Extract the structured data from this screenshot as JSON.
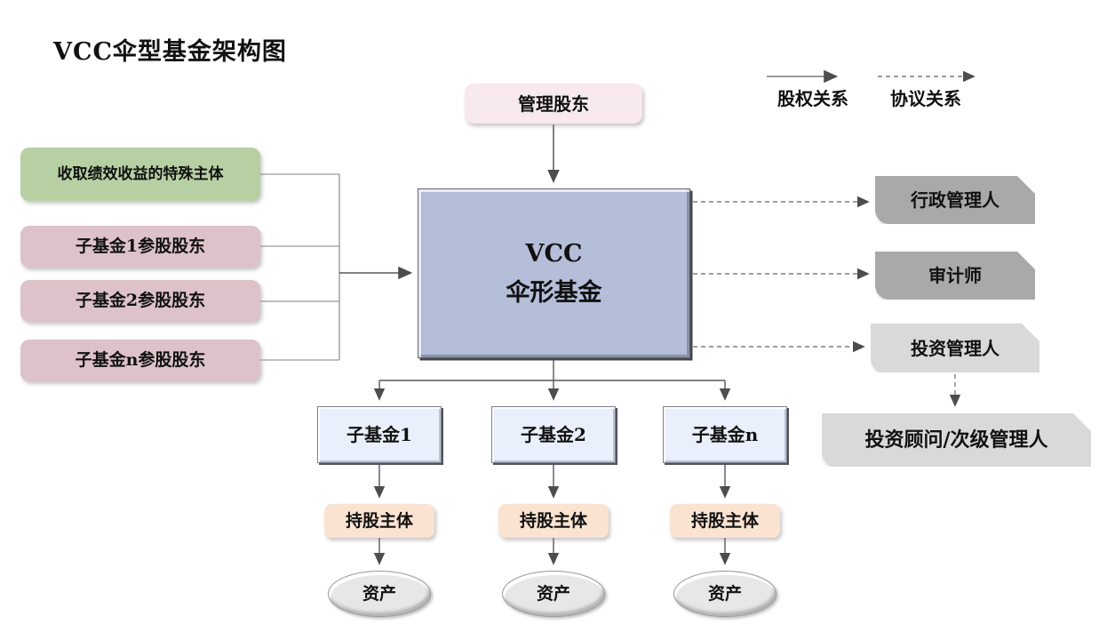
{
  "title": "VCC伞型基金架构图",
  "legend": {
    "equity_label": "股权关系",
    "agreement_label": "协议关系"
  },
  "nodes": {
    "managing_shareholder": "管理股东",
    "vcc_line1": "VCC",
    "vcc_line2": "伞形基金",
    "special_entity": "收取绩效收益的特殊主体",
    "subfund1_shareholders": "子基金1参股股东",
    "subfund2_shareholders": "子基金2参股股东",
    "subfundn_shareholders": "子基金n参股股东",
    "administrator": "行政管理人",
    "auditor": "审计师",
    "investment_manager": "投资管理人",
    "investment_advisor": "投资顾问/次级管理人",
    "subfund1": "子基金1",
    "subfund2": "子基金2",
    "subfundn": "子基金n",
    "holding_entity": "持股主体",
    "asset": "资产"
  },
  "colors": {
    "managing_pink": "#f7e9ec",
    "special_green": "#b7d0a3",
    "shareholder_mauve": "#ddc3c9",
    "vcc_blue": "#b4bed8",
    "service_gray_dark": "#a9a9a9",
    "service_gray_light": "#d9d9d9",
    "subfund_blue": "#e9effb",
    "holding_peach": "#fbe3d2",
    "asset_gray": "#e7e7e7",
    "line_gray": "#808080",
    "arrow_dark": "#4d4d4d"
  }
}
